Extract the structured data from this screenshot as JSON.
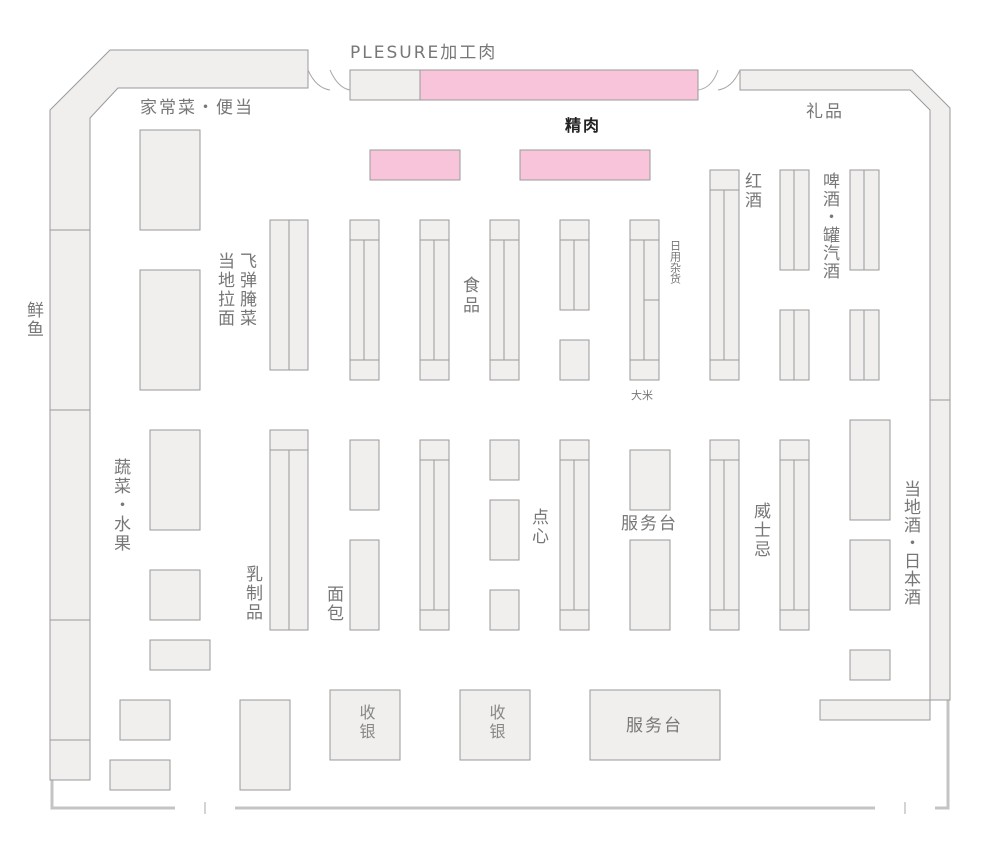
{
  "labels": {
    "meat_brand": "PLESURE加工肉",
    "deli": "家常菜・便当",
    "fine_meat": "精肉",
    "gifts": "礼品",
    "fresh_fish": "鲜鱼",
    "local_noodles": "当地拉面",
    "pickles": "飞弹腌菜",
    "food": "食品",
    "daily_goods": "日用杂货",
    "rice": "大米",
    "red_wine": "红酒",
    "beer_soda": "啤酒・罐汽酒",
    "vegetables_fruit": "蔬菜・水果",
    "dairy": "乳制品",
    "bread": "面包",
    "snacks": "点心",
    "service_desk_center": "服务台",
    "whisky": "威士忌",
    "local_sake": "当地酒・日本酒",
    "cashier_1": "收银",
    "cashier_2": "收银",
    "service_desk_front": "服务台"
  },
  "colors": {
    "shelf_fill": "#f0efee",
    "shelf_stroke": "#9a9a9a",
    "highlight_pink": "#f7c4d9",
    "wall": "#c4c4c4",
    "label": "#777777"
  }
}
